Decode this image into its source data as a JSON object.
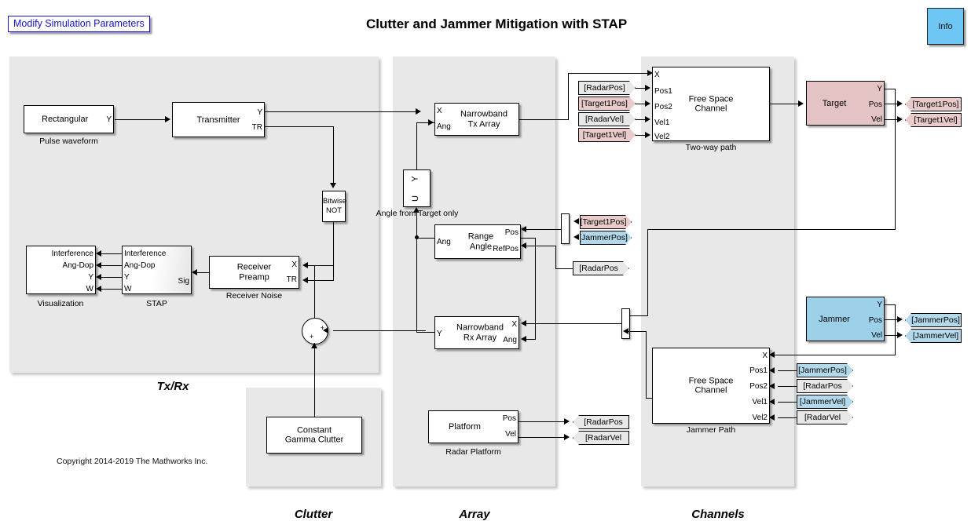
{
  "header": {
    "title": "Clutter and Jammer Mitigation with STAP",
    "modify_button": "Modify Simulation Parameters",
    "info_button": "Info"
  },
  "footer": {
    "copyright": "Copyright 2014-2019 The Mathworks Inc."
  },
  "colors": {
    "group_fill": "#e8e8e8",
    "block_fill": "#ffffff",
    "target_fill": "#e3c3c3",
    "jammer_fill": "#9ccfe8",
    "info_fill": "#6ec6f5",
    "modify_text": "#1414c8",
    "wire": "#000000"
  },
  "groups": [
    {
      "id": "txrx",
      "label": "Tx/Rx"
    },
    {
      "id": "clutter",
      "label": "Clutter"
    },
    {
      "id": "array",
      "label": "Array"
    },
    {
      "id": "channels",
      "label": "Channels"
    }
  ],
  "blocks": {
    "pulse_waveform": {
      "name": "Rectangular",
      "caption": "Pulse waveform",
      "outputs": [
        "Y"
      ]
    },
    "transmitter": {
      "name": "Transmitter",
      "caption": "",
      "outputs": [
        "Y",
        "TR"
      ]
    },
    "bitwise_not": {
      "name": "Bitwise\nNOT",
      "caption": ""
    },
    "receiver_preamp": {
      "name": "Receiver\nPreamp",
      "caption": "Receiver Noise",
      "inputs_right": [
        "X",
        "TR"
      ]
    },
    "stap": {
      "name": "",
      "caption": "STAP",
      "inputs": [
        "Interference",
        "Ang-Dop",
        "Y",
        "W"
      ],
      "outputs": [
        "Sig"
      ]
    },
    "visualization": {
      "name": "",
      "caption": "Visualization",
      "inputs_right": [
        "Interference",
        "Ang-Dop",
        "Y",
        "W"
      ]
    },
    "sum_junction": {
      "signs": [
        "+",
        "+"
      ]
    },
    "constant_gamma_clutter": {
      "name": "Constant\nGamma Clutter",
      "caption": ""
    },
    "narrowband_tx_array": {
      "name": "Narrowband\nTx Array",
      "caption": "",
      "inputs": [
        "X",
        "Ang"
      ]
    },
    "angle_selector": {
      "top_glyph": "Y",
      "bottom_glyph": "U",
      "caption": "Angle from Target only"
    },
    "range_angle": {
      "name": "Range\nAngle",
      "caption": "",
      "inputs": [
        "Ang"
      ],
      "outputs_right_inputs": [
        "Pos",
        "RefPos"
      ]
    },
    "narrowband_rx_array": {
      "name": "Narrowband\nRx Array",
      "caption": "",
      "outputs_left": [
        "Y"
      ],
      "inputs_right": [
        "X",
        "Ang"
      ]
    },
    "radar_platform": {
      "name": "Platform",
      "caption": "Radar Platform",
      "outputs": [
        "Pos",
        "Vel"
      ]
    },
    "two_way_channel": {
      "name": "Free Space\nChannel",
      "caption": "Two-way path",
      "inputs": [
        "X",
        "Pos1",
        "Pos2",
        "Vel1",
        "Vel2"
      ]
    },
    "target": {
      "name": "Target",
      "caption": "",
      "outputs": [
        "Y",
        "Pos",
        "Vel"
      ]
    },
    "jammer": {
      "name": "Jammer",
      "caption": "",
      "outputs": [
        "Y",
        "Pos",
        "Vel"
      ]
    },
    "jammer_path_channel": {
      "name": "Free Space\nChannel",
      "caption": "Jammer Path",
      "inputs_right": [
        "X",
        "Pos1",
        "Pos2",
        "Vel1",
        "Vel2"
      ]
    }
  },
  "tags": {
    "two_way_inputs": [
      {
        "label": "[RadarPos]",
        "style": "grey"
      },
      {
        "label": "[Target1Pos]",
        "style": "pink"
      },
      {
        "label": "[RadarVel]",
        "style": "grey"
      },
      {
        "label": "[Target1Vel]",
        "style": "pink"
      }
    ],
    "target_outputs": [
      {
        "label": "[Target1Pos]",
        "style": "pink"
      },
      {
        "label": "[Target1Vel]",
        "style": "pink"
      }
    ],
    "jammer_outputs": [
      {
        "label": "[JammerPos]",
        "style": "blue"
      },
      {
        "label": "[JammerVel]",
        "style": "blue"
      }
    ],
    "range_angle_inputs": [
      {
        "label": "[Target1Pos]",
        "style": "pink"
      },
      {
        "label": "[JammerPos]",
        "style": "blue"
      }
    ],
    "range_angle_refpos": {
      "label": "[RadarPos",
      "style": "grey"
    },
    "jammer_path_inputs": [
      {
        "label": "[JammerPos]",
        "style": "blue"
      },
      {
        "label": "[RadarPos",
        "style": "grey"
      },
      {
        "label": "[JammerVel]",
        "style": "blue"
      },
      {
        "label": "[RadarVel",
        "style": "grey"
      }
    ],
    "radar_platform_outputs": [
      {
        "label": "[RadarPos",
        "style": "grey"
      },
      {
        "label": "[RadarVel",
        "style": "grey"
      }
    ]
  }
}
